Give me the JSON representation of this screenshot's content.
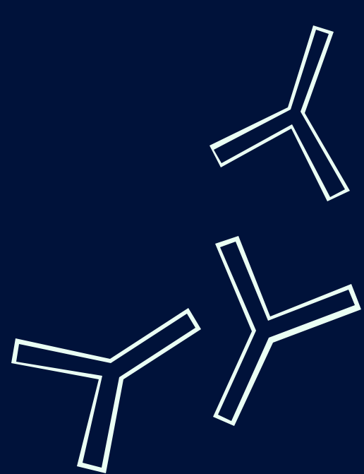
{
  "canvas": {
    "background": "#00123a"
  },
  "shapes": [
    {
      "name": "tripod-shape-top-right",
      "icon": "three-armed-outline-icon",
      "color": "#eafff4"
    },
    {
      "name": "tripod-shape-bottom-left",
      "icon": "three-armed-outline-icon",
      "color": "#eafff4"
    },
    {
      "name": "tripod-shape-bottom-right",
      "icon": "three-armed-outline-icon",
      "color": "#eafff4"
    }
  ]
}
